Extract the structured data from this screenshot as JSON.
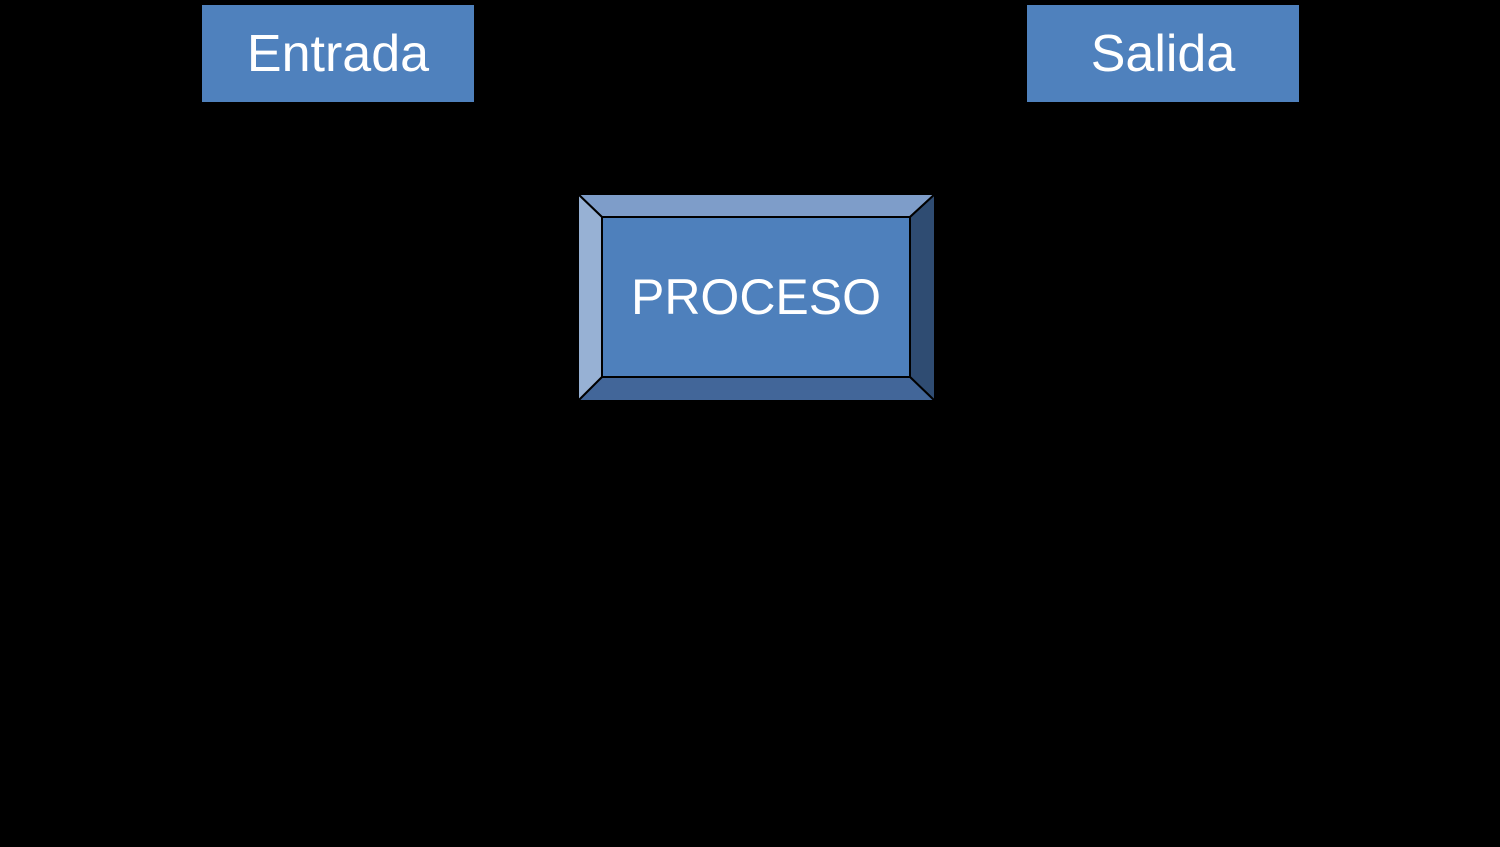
{
  "diagram": {
    "type": "process-flow",
    "background_color": "#000000",
    "nodes": [
      {
        "id": "entrada",
        "label": "Entrada",
        "shape": "flat-rectangle",
        "fill": "#4F81BD",
        "text_color": "#FFFFFF"
      },
      {
        "id": "proceso",
        "label": "PROCESO",
        "shape": "3d-bevel-rectangle",
        "fill": "#4E80BC",
        "text_color": "#FFFFFF"
      },
      {
        "id": "salida",
        "label": "Salida",
        "shape": "flat-rectangle",
        "fill": "#4F81BD",
        "text_color": "#FFFFFF"
      }
    ],
    "bevel_colors": {
      "top": "#7E9DC9",
      "left": "#97B1D4",
      "right": "#2F4C72",
      "bottom": "#426699",
      "face": "#4E80BC",
      "outline": "#000000"
    }
  }
}
